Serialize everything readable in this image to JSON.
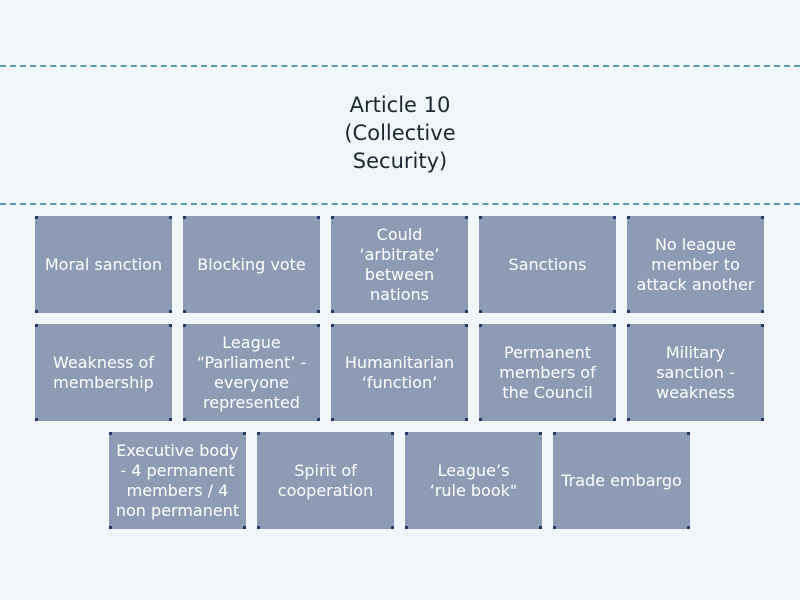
{
  "target": {
    "title_lines": [
      "Article 10",
      "(Collective",
      "Security)"
    ]
  },
  "cards": [
    {
      "id": "moral-sanction",
      "label": "Moral sanction"
    },
    {
      "id": "blocking-vote",
      "label": "Blocking vote"
    },
    {
      "id": "arbitrate",
      "label": "Could ‘arbitrate’ between nations"
    },
    {
      "id": "sanctions",
      "label": "Sanctions"
    },
    {
      "id": "no-attack",
      "label": "No league member to attack another"
    },
    {
      "id": "weakness-membership",
      "label": "Weakness of membership"
    },
    {
      "id": "parliament",
      "label": "League “Parliament’ - everyone represented"
    },
    {
      "id": "humanitarian",
      "label": "Humanitarian ‘function’"
    },
    {
      "id": "permanent-members",
      "label": "Permanent members of the Council"
    },
    {
      "id": "military-sanction",
      "label": "Military sanction - weakness"
    },
    {
      "id": "executive-body",
      "label": "Executive body - 4 permanent members / 4 non permanent"
    },
    {
      "id": "spirit-cooperation",
      "label": "Spirit of cooperation"
    },
    {
      "id": "rule-book",
      "label": "League’s ‘rule book\""
    },
    {
      "id": "trade-embargo",
      "label": "Trade embargo"
    }
  ],
  "colors": {
    "background": "#f1f6fa",
    "card_fill": "#8d9bb5",
    "card_text": "#ffffff",
    "dash_line": "#5b9ab6",
    "title_text": "#1d2633",
    "corner_handle": "#1f3a66"
  }
}
